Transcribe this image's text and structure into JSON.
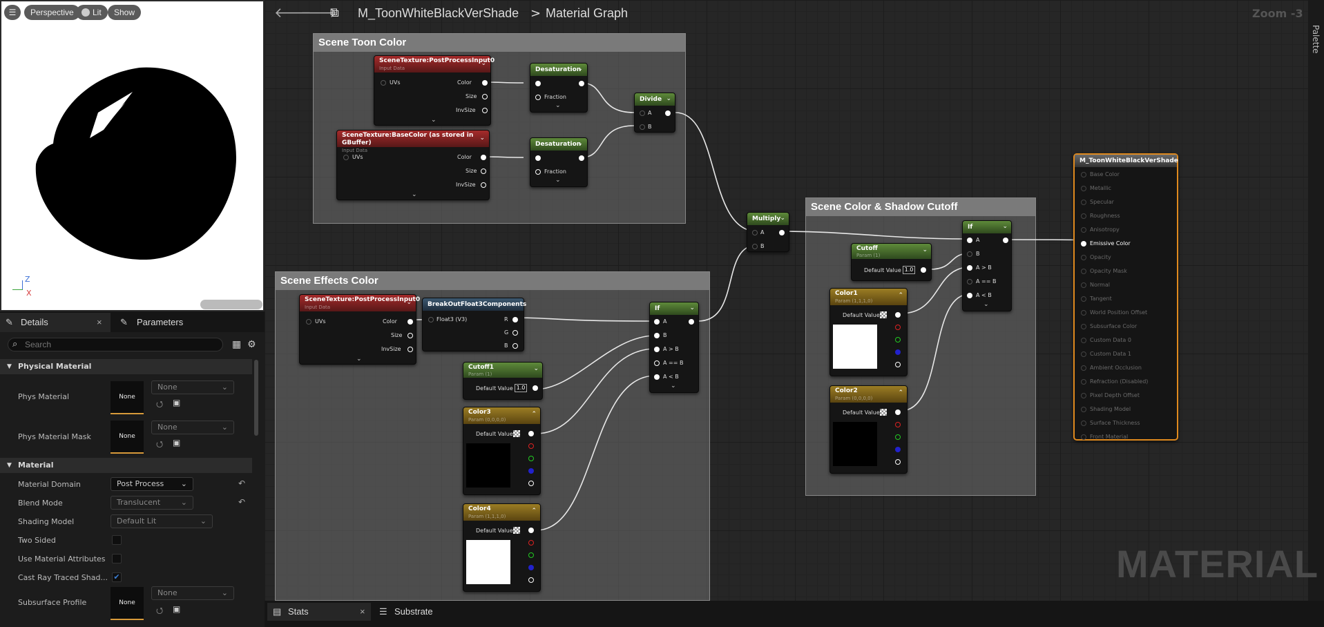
{
  "viewport": {
    "buttons": [
      "Perspective",
      "Lit",
      "Show"
    ],
    "axis_z": "Z",
    "axis_x": "X"
  },
  "left_panel": {
    "tab_details": "Details",
    "tab_parameters": "Parameters",
    "search_placeholder": "Search",
    "section_physical": "Physical Material",
    "phys_material_label": "Phys Material",
    "phys_material_mask_label": "Phys Material Mask",
    "none": "None",
    "section_material": "Material",
    "material_domain_label": "Material Domain",
    "material_domain_value": "Post Process",
    "blend_mode_label": "Blend Mode",
    "blend_mode_value": "Translucent",
    "shading_model_label": "Shading Model",
    "shading_model_value": "Default Lit",
    "two_sided_label": "Two Sided",
    "use_attrs_label": "Use Material Attributes",
    "cast_ray_label": "Cast Ray Traced Shad...",
    "subsurface_label": "Subsurface Profile"
  },
  "graph_header": {
    "asset_name": "M_ToonWhiteBlackVerShade",
    "separator": ">",
    "graph_name": "Material Graph",
    "zoom": "Zoom -3",
    "palette": "Palette"
  },
  "comments": {
    "toon": "Scene Toon Color",
    "effects": "Scene Effects Color",
    "shadow": "Scene Color & Shadow Cutoff"
  },
  "nodes": {
    "st1_title": "SceneTexture:PostProcessInput0",
    "st2_title": "SceneTexture:BaseColor (as stored in GBuffer)",
    "st3_title": "SceneTexture:PostProcessInput0",
    "input_data": "Input Data",
    "uvs": "UVs",
    "color": "Color",
    "size": "Size",
    "invsize": "InvSize",
    "desat": "Desaturation",
    "fraction": "Fraction",
    "divide": "Divide",
    "multiply": "Multiply",
    "if": "If",
    "a": "A",
    "b": "B",
    "agtb": "A > B",
    "aeqb": "A == B",
    "altb": "A < B",
    "breakout": "BreakOutFloat3Components",
    "float3": "Float3 (V3)",
    "r": "R",
    "g": "G",
    "bb": "B",
    "cutoff1": "Cutoff1",
    "cutoff": "Cutoff",
    "param1": "Param (1)",
    "default_value": "Default Value",
    "one": "1.0",
    "color3": "Color3",
    "color3_param": "Param (0,0,0,0)",
    "color4": "Color4",
    "color4_param": "Param (1,1,1,0)",
    "color1": "Color1",
    "color1_param": "Param (1,1,1,0)",
    "color2": "Color2",
    "color2_param": "Param (0,0,0,0)"
  },
  "result": {
    "title": "M_ToonWhiteBlackVerShade",
    "pins": [
      "Base Color",
      "Metallic",
      "Specular",
      "Roughness",
      "Anisotropy",
      "Emissive Color",
      "Opacity",
      "Opacity Mask",
      "Normal",
      "Tangent",
      "World Position Offset",
      "Subsurface Color",
      "Custom Data 0",
      "Custom Data 1",
      "Ambient Occlusion",
      "Refraction (Disabled)",
      "Pixel Depth Offset",
      "Shading Model",
      "Surface Thickness",
      "Front Material"
    ]
  },
  "watermark": "MATERIAL",
  "bottom": {
    "stats": "Stats",
    "substrate": "Substrate"
  },
  "colors": {
    "result_border": "#e08a1e",
    "checkbox": "#3b7fd6"
  }
}
